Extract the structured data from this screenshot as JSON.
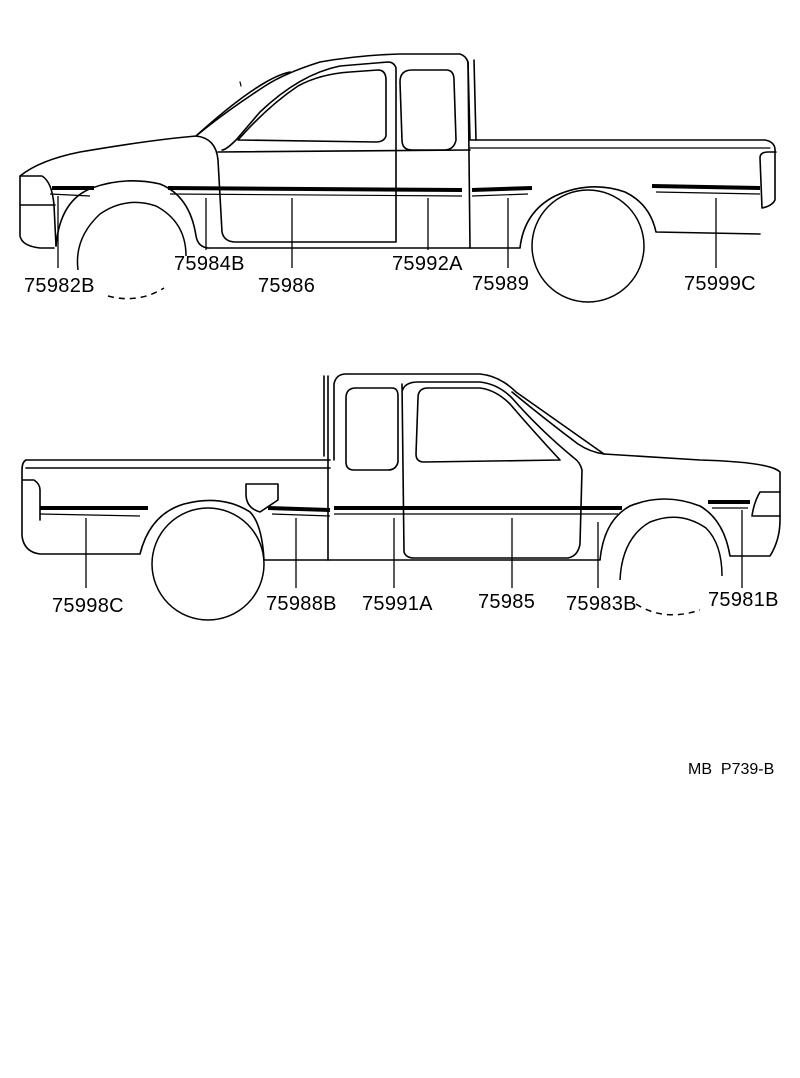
{
  "diagram": {
    "top_view": {
      "labels": {
        "front_fender_molding": "75982B",
        "front_wheel_opening_molding": "75984B",
        "door_molding": "75986",
        "cab_molding": "75992A",
        "cab_rear_molding": "75989",
        "bed_molding": "75999C"
      }
    },
    "bottom_view": {
      "labels": {
        "bed_molding": "75998C",
        "cab_rear_molding": "75988B",
        "cab_molding": "75991A",
        "door_molding": "75985",
        "front_wheel_opening_molding": "75983B",
        "front_fender_molding": "75981B"
      }
    },
    "reference_code": "MB  P739-B"
  }
}
